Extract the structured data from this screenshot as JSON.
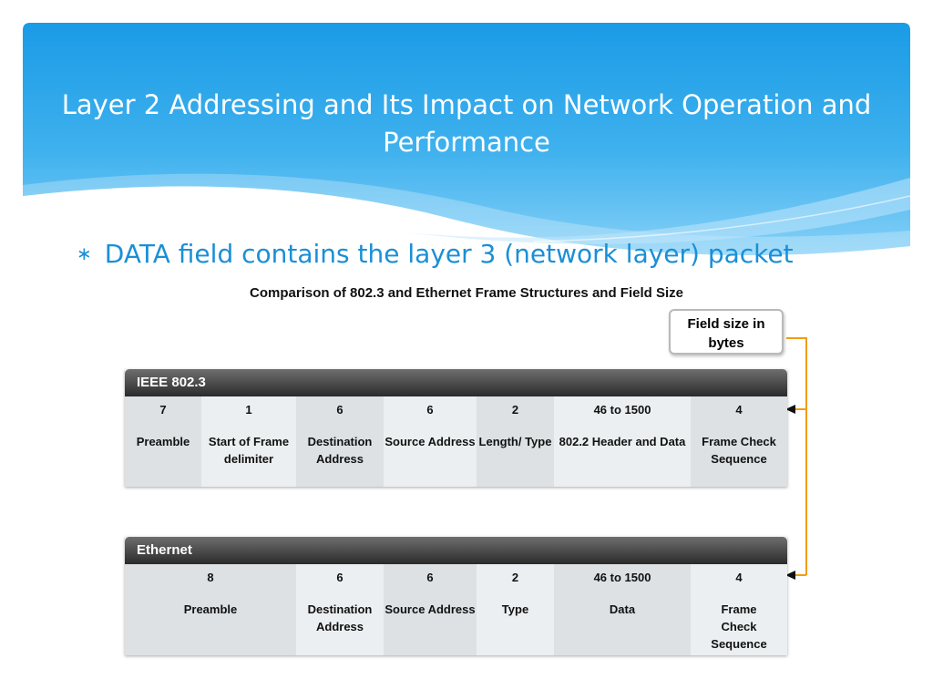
{
  "slide": {
    "title": "Layer 2 Addressing and Its Impact on Network Operation and Performance",
    "bullet": "DATA field contains the layer 3 (network layer) packet",
    "bullet_marker": "∗"
  },
  "figure": {
    "title": "Comparison of 802.3 and Ethernet Frame Structures and Field Size",
    "legend": "Field size in bytes",
    "frames": [
      {
        "name": "IEEE 802.3",
        "fields": [
          {
            "size": "7",
            "label": "Preamble"
          },
          {
            "size": "1",
            "label": "Start of Frame delimiter"
          },
          {
            "size": "6",
            "label": "Destination Address"
          },
          {
            "size": "6",
            "label": "Source Address"
          },
          {
            "size": "2",
            "label": "Length/ Type"
          },
          {
            "size": "46 to 1500",
            "label": "802.2 Header and Data"
          },
          {
            "size": "4",
            "label": "Frame Check Sequence"
          }
        ]
      },
      {
        "name": "Ethernet",
        "fields": [
          {
            "size": "8",
            "label": "Preamble"
          },
          {
            "size": "6",
            "label": "Destination Address"
          },
          {
            "size": "6",
            "label": "Source Address"
          },
          {
            "size": "2",
            "label": "Type"
          },
          {
            "size": "46 to 1500",
            "label": "Data"
          },
          {
            "size": "4",
            "label": "Frame Check Sequence"
          }
        ]
      }
    ]
  },
  "colors": {
    "title_band_top": "#1a9be6",
    "title_band_bottom": "#6cc5f5",
    "bullet_text": "#1a8fd6",
    "connector": "#f39c12"
  }
}
